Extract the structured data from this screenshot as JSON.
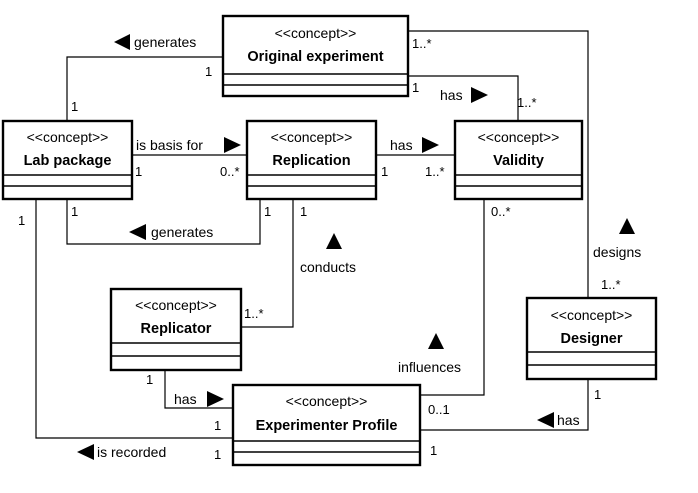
{
  "stereotype": "<<concept>>",
  "classes": {
    "original_experiment": "Original experiment",
    "lab_package": "Lab package",
    "replication": "Replication",
    "validity": "Validity",
    "replicator": "Replicator",
    "designer": "Designer",
    "experimenter_profile": "Experimenter Profile"
  },
  "associations": {
    "lab_generates_orig": {
      "label": "generates",
      "mult_a": "1",
      "mult_b": "1"
    },
    "lab_basis_repl": {
      "label": "is basis for",
      "mult_a": "1",
      "mult_b": "0..*"
    },
    "repl_has_validity": {
      "label": "has",
      "mult_a": "1",
      "mult_b": "1..*"
    },
    "orig_has_validity": {
      "label": "has",
      "mult_a": "1",
      "mult_b": "1..*"
    },
    "repl_generates_lab": {
      "label": "generates",
      "mult_a": "1",
      "mult_b": "1"
    },
    "replicator_conducts": {
      "label": "conducts",
      "mult_a": "1",
      "mult_b": "1..*"
    },
    "designer_designs": {
      "label": "designs",
      "mult_a": "1..*",
      "mult_b": "1..*"
    },
    "replicator_has_profile": {
      "label": "has",
      "mult_a": "1",
      "mult_b": "1"
    },
    "validity_influences": {
      "label": "influences",
      "mult_a": "0..*",
      "mult_b": "0..1"
    },
    "designer_has_profile": {
      "label": "has",
      "mult_a": "1",
      "mult_b": "1"
    },
    "lab_recorded": {
      "label": "is recorded",
      "mult_a": "1",
      "mult_b": "1"
    }
  }
}
